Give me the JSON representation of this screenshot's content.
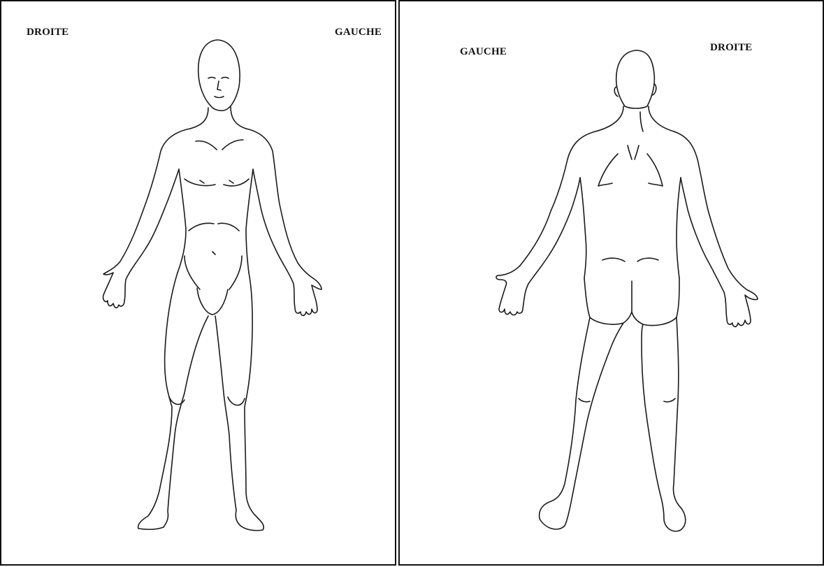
{
  "front_view": {
    "label_left": "DROITE",
    "label_right": "GAUCHE"
  },
  "back_view": {
    "label_left": "GAUCHE",
    "label_right": "DROITE"
  },
  "line_color": "#1a1a1a",
  "border_color": "#111111"
}
